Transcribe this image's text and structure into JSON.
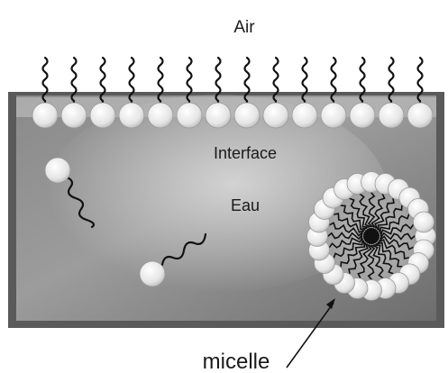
{
  "labels": {
    "air": "Air",
    "interface": "Interface",
    "water": "Eau",
    "micelle": "micelle"
  },
  "colors": {
    "background": "#ffffff",
    "tank_wall": "#5a5a5a",
    "water_dark": "#6e6e6e",
    "water_light": "#c4c4c4",
    "head_fill": "#e6e6e6",
    "tail_stroke": "#111111",
    "text": "#1a1a1a"
  },
  "diagram": {
    "surface_molecule_count": 14,
    "micelle_head_count": 24,
    "free_molecule_count": 2
  }
}
